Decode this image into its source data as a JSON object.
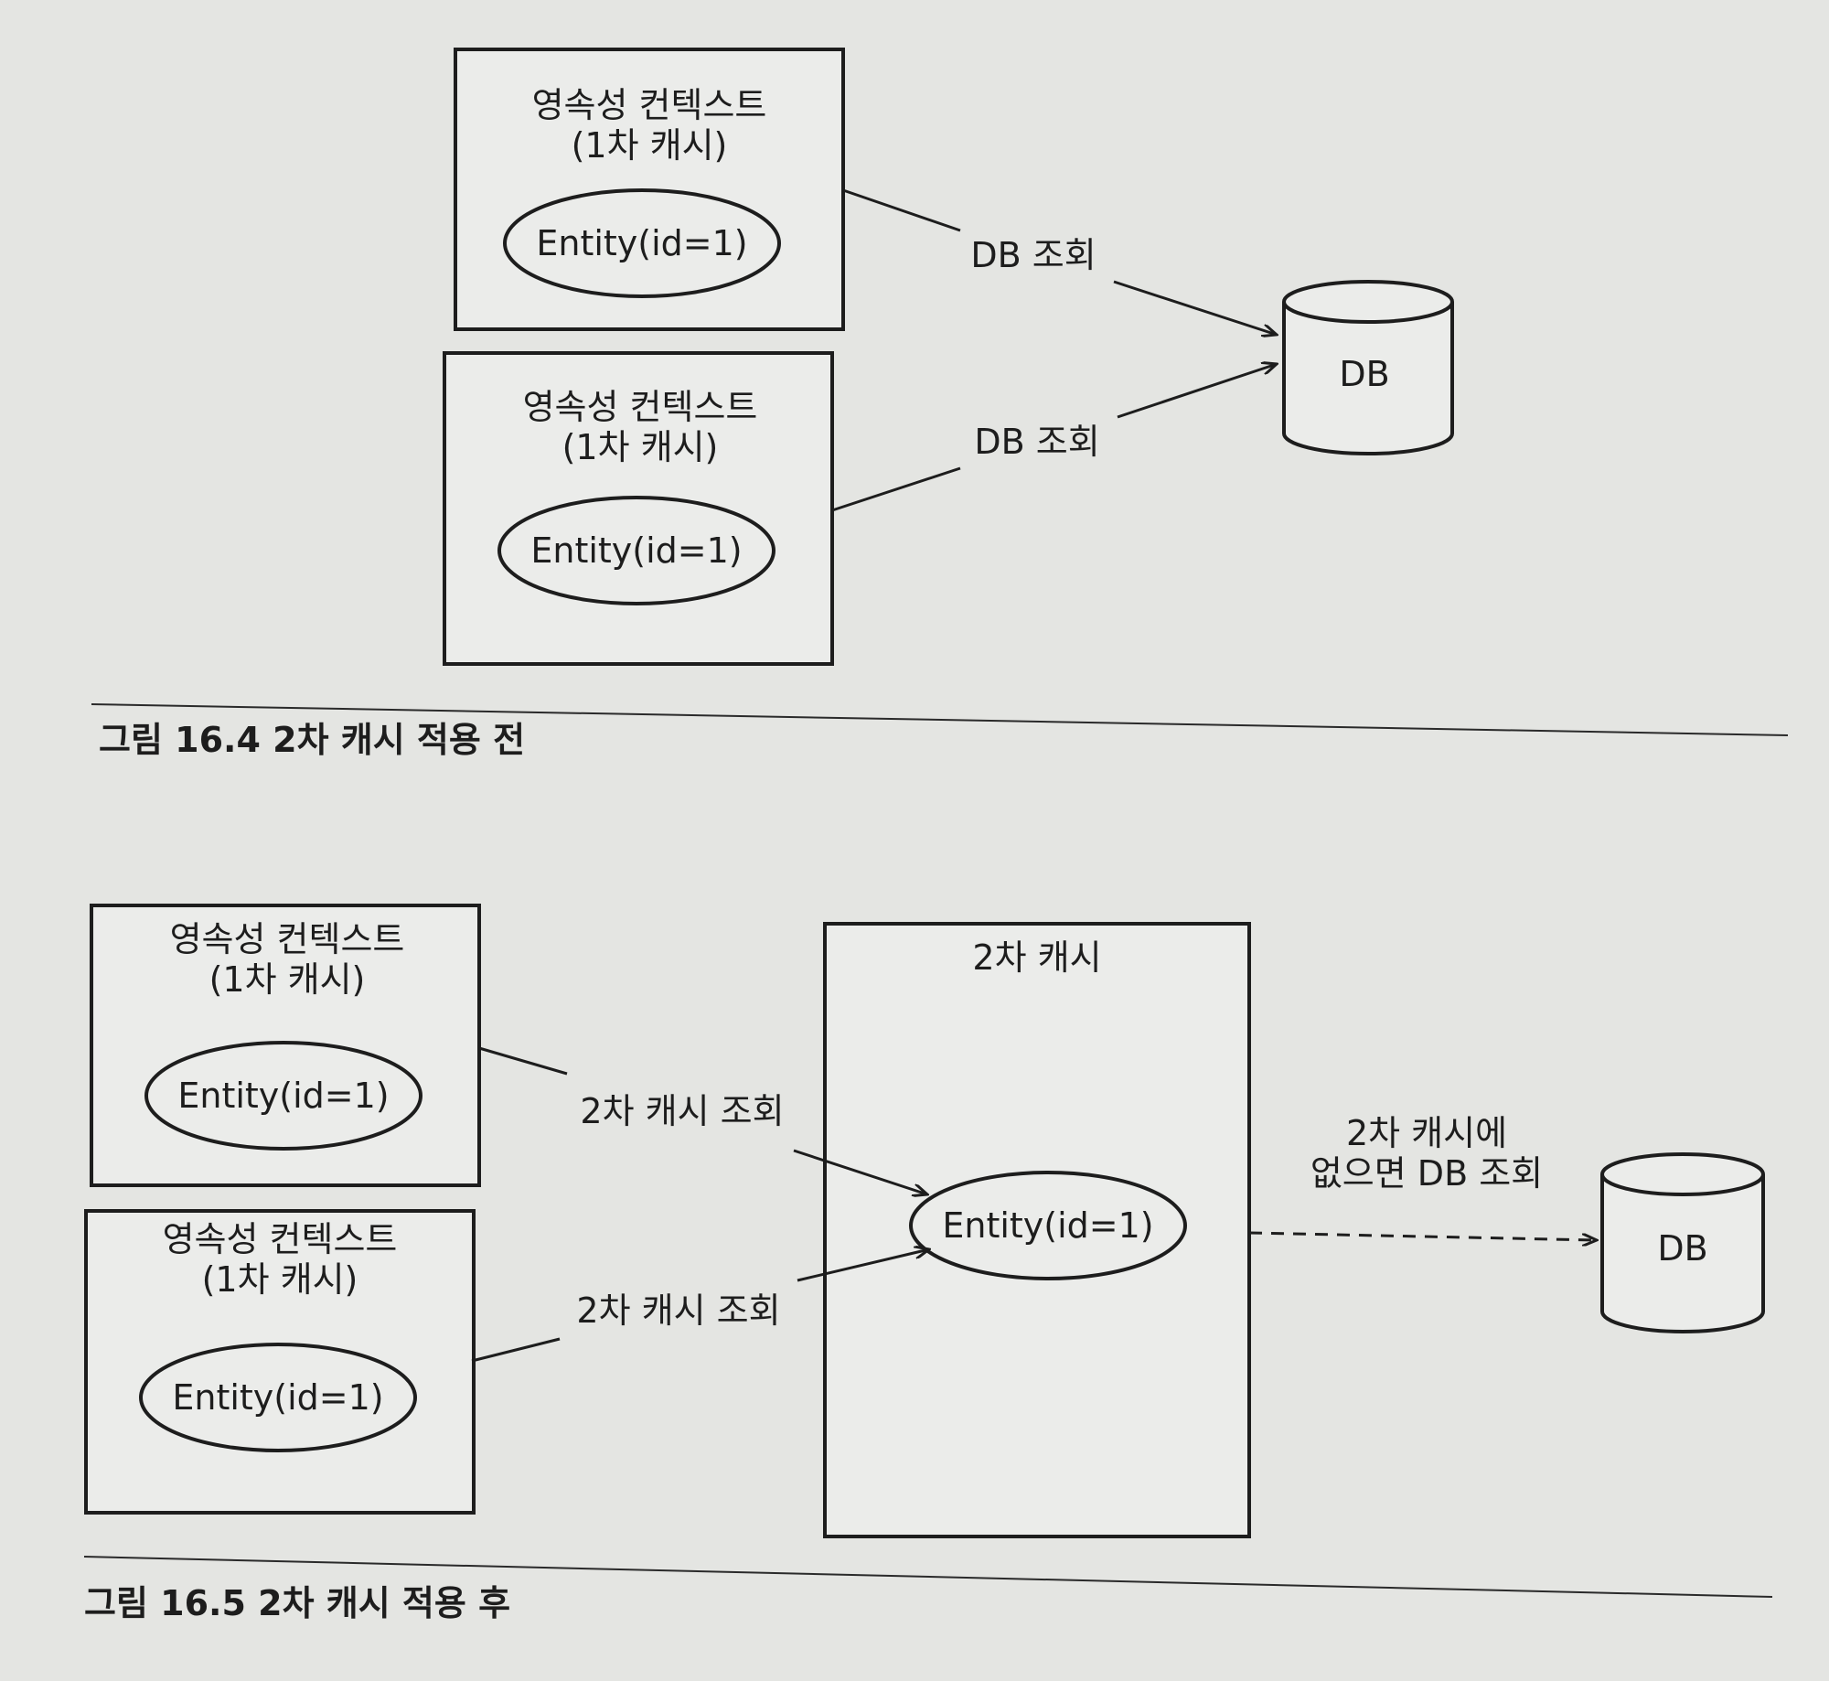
{
  "figure_a": {
    "top_box": {
      "title_1": "영속성 컨텍스트",
      "title_2": "(1차 캐시)",
      "entity": "Entity(id=1)"
    },
    "bottom_box": {
      "title_1": "영속성 컨텍스트",
      "title_2": "(1차 캐시)",
      "entity": "Entity(id=1)"
    },
    "edge_label_top": "DB 조회",
    "edge_label_bottom": "DB 조회",
    "db_label": "DB",
    "caption": "그림 16.4 2차 캐시 적용 전"
  },
  "figure_b": {
    "top_box": {
      "title_1": "영속성 컨텍스트",
      "title_2": "(1차 캐시)",
      "entity": "Entity(id=1)"
    },
    "bottom_box": {
      "title_1": "영속성 컨텍스트",
      "title_2": "(1차 캐시)",
      "entity": "Entity(id=1)"
    },
    "edge_label_top": "2차 캐시 조회",
    "edge_label_bottom": "2차 캐시 조회",
    "second_cache_title": "2차 캐시",
    "second_cache_entity": "Entity(id=1)",
    "fallback_label_1": "2차 캐시에",
    "fallback_label_2": "없으면 DB 조회",
    "db_label": "DB",
    "caption": "그림 16.5 2차 캐시 적용 후"
  }
}
